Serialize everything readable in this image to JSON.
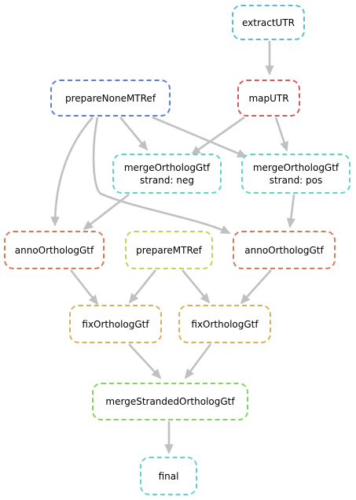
{
  "edge_color": "#c0c0c0",
  "nodes": [
    {
      "id": "extractUTR",
      "label": "extractUTR",
      "sublabel": "",
      "color": "#5bbcd6"
    },
    {
      "id": "prepareNoneMTRef",
      "label": "prepareNoneMTRef",
      "sublabel": "",
      "color": "#5a7fd6"
    },
    {
      "id": "mapUTR",
      "label": "mapUTR",
      "sublabel": "",
      "color": "#d65a5a"
    },
    {
      "id": "mergeOrthologGtf_neg",
      "label": "mergeOrthologGtf",
      "sublabel": "strand: neg",
      "color": "#5bd6c0"
    },
    {
      "id": "mergeOrthologGtf_pos",
      "label": "mergeOrthologGtf",
      "sublabel": "strand: pos",
      "color": "#5bd6c0"
    },
    {
      "id": "annoOrthologGtf_left",
      "label": "annoOrthologGtf",
      "sublabel": "",
      "color": "#d6785a"
    },
    {
      "id": "prepareMTRef",
      "label": "prepareMTRef",
      "sublabel": "",
      "color": "#bcd65a"
    },
    {
      "id": "annoOrthologGtf_right",
      "label": "annoOrthologGtf",
      "sublabel": "",
      "color": "#d6785a"
    },
    {
      "id": "fixOrthologGtf_left",
      "label": "fixOrthologGtf",
      "sublabel": "",
      "color": "#d6b05a"
    },
    {
      "id": "fixOrthologGtf_right",
      "label": "fixOrthologGtf",
      "sublabel": "",
      "color": "#d6b05a"
    },
    {
      "id": "mergeStrandedOrthologGtf",
      "label": "mergeStrandedOrthologGtf",
      "sublabel": "",
      "color": "#7fd65a"
    },
    {
      "id": "final",
      "label": "final",
      "sublabel": "",
      "color": "#5bd6d6"
    }
  ],
  "edges": [
    {
      "from": "extractUTR",
      "to": "mapUTR"
    },
    {
      "from": "prepareNoneMTRef",
      "to": "mergeOrthologGtf_neg"
    },
    {
      "from": "mapUTR",
      "to": "mergeOrthologGtf_neg"
    },
    {
      "from": "prepareNoneMTRef",
      "to": "mergeOrthologGtf_pos"
    },
    {
      "from": "mapUTR",
      "to": "mergeOrthologGtf_pos"
    },
    {
      "from": "prepareNoneMTRef",
      "to": "annoOrthologGtf_left"
    },
    {
      "from": "mergeOrthologGtf_neg",
      "to": "annoOrthologGtf_left"
    },
    {
      "from": "prepareNoneMTRef",
      "to": "annoOrthologGtf_right"
    },
    {
      "from": "mergeOrthologGtf_pos",
      "to": "annoOrthologGtf_right"
    },
    {
      "from": "annoOrthologGtf_left",
      "to": "fixOrthologGtf_left"
    },
    {
      "from": "prepareMTRef",
      "to": "fixOrthologGtf_left"
    },
    {
      "from": "prepareMTRef",
      "to": "fixOrthologGtf_right"
    },
    {
      "from": "annoOrthologGtf_right",
      "to": "fixOrthologGtf_right"
    },
    {
      "from": "fixOrthologGtf_left",
      "to": "mergeStrandedOrthologGtf"
    },
    {
      "from": "fixOrthologGtf_right",
      "to": "mergeStrandedOrthologGtf"
    },
    {
      "from": "mergeStrandedOrthologGtf",
      "to": "final"
    }
  ]
}
